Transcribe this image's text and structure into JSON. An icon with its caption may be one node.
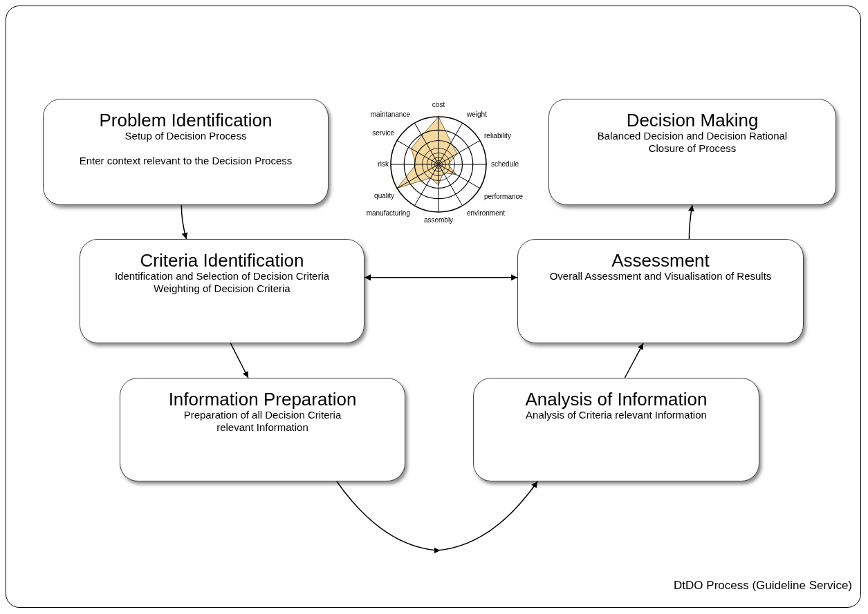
{
  "diagram": {
    "nodes": [
      {
        "text": [
          "Problem Identification",
          "Setup of Decision Process",
          "Enter context relevant to the Decision Process"
        ]
      },
      {
        "text": [
          "Decision Making",
          "Balanced Decision and Decision Rational",
          "Closure of Process"
        ]
      },
      {
        "text": [
          "Criteria Identification",
          "Identification and Selection of Decision Criteria",
          "Weighting of Decision Criteria"
        ]
      },
      {
        "text": [
          "Assessment",
          "Overall Assessment and Visualisation of Results"
        ]
      },
      {
        "text": [
          "Information Preparation",
          "Preparation of all Decision Criteria relevant Information"
        ]
      },
      {
        "text": [
          "Analysis of Information",
          "Analysis of Criteria relevant Information"
        ]
      }
    ],
    "edges": [
      {
        "from": 0,
        "to": 2,
        "arrow": "to"
      },
      {
        "from": 2,
        "to": 4,
        "arrow": "to"
      },
      {
        "from": 2,
        "to": 3,
        "arrow": "both"
      },
      {
        "from": 4,
        "to": 5,
        "arrow": "to"
      },
      {
        "from": 5,
        "to": 3,
        "arrow": "to"
      },
      {
        "from": 3,
        "to": 1,
        "arrow": "to"
      }
    ],
    "labels": [
      "cost",
      "weight",
      "reliability",
      "schedule",
      "performance",
      "environment",
      "assembly",
      "manufacturing",
      "quality",
      "risk",
      "service",
      "maintanance",
      "DtDO Process (Guideline Service)"
    ]
  }
}
